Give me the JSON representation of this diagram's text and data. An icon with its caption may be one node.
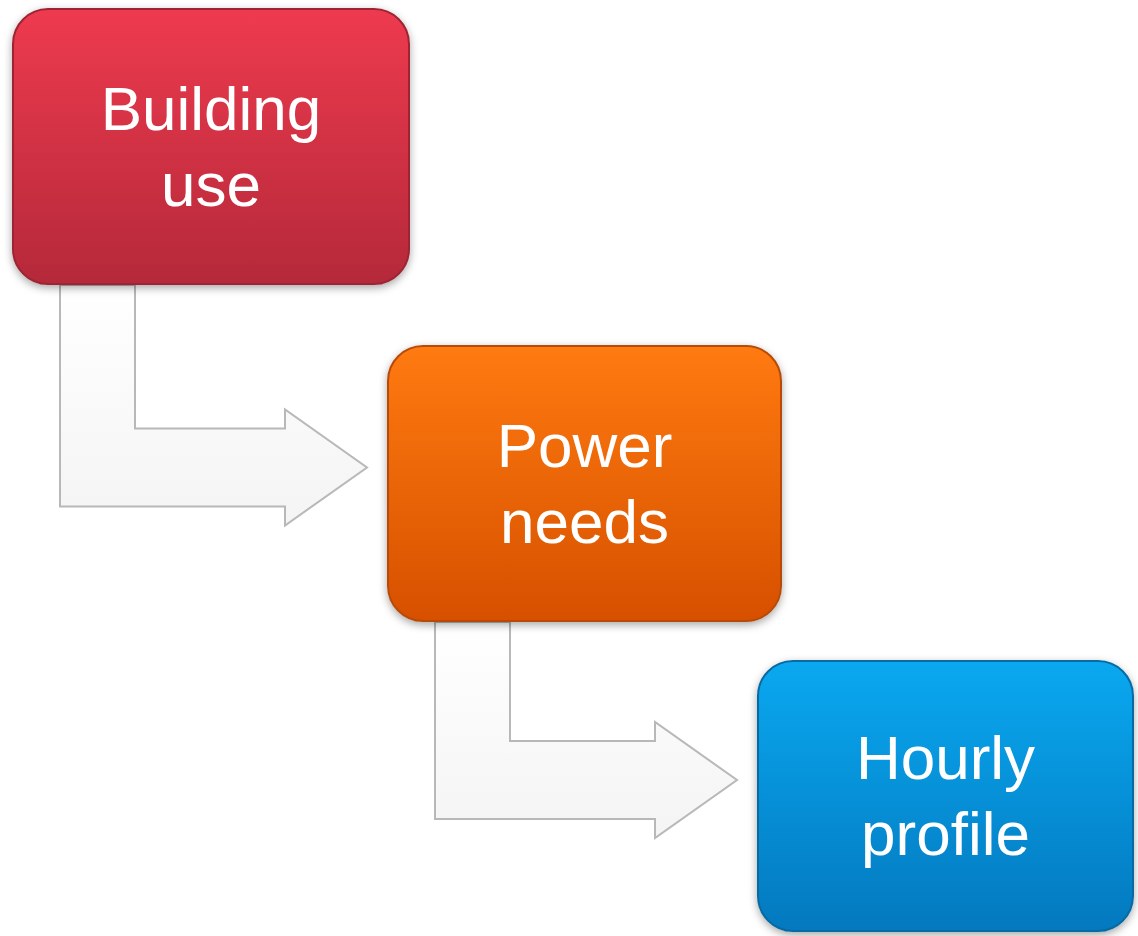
{
  "diagram": {
    "nodes": [
      {
        "text": [
          "Building use"
        ]
      },
      {
        "text": [
          "Power needs"
        ]
      },
      {
        "text": [
          "Hourly profile"
        ]
      }
    ],
    "edges": [
      {
        "from": 0,
        "to": 1,
        "arrow": "to"
      },
      {
        "from": 1,
        "to": 2,
        "arrow": "to"
      }
    ]
  }
}
